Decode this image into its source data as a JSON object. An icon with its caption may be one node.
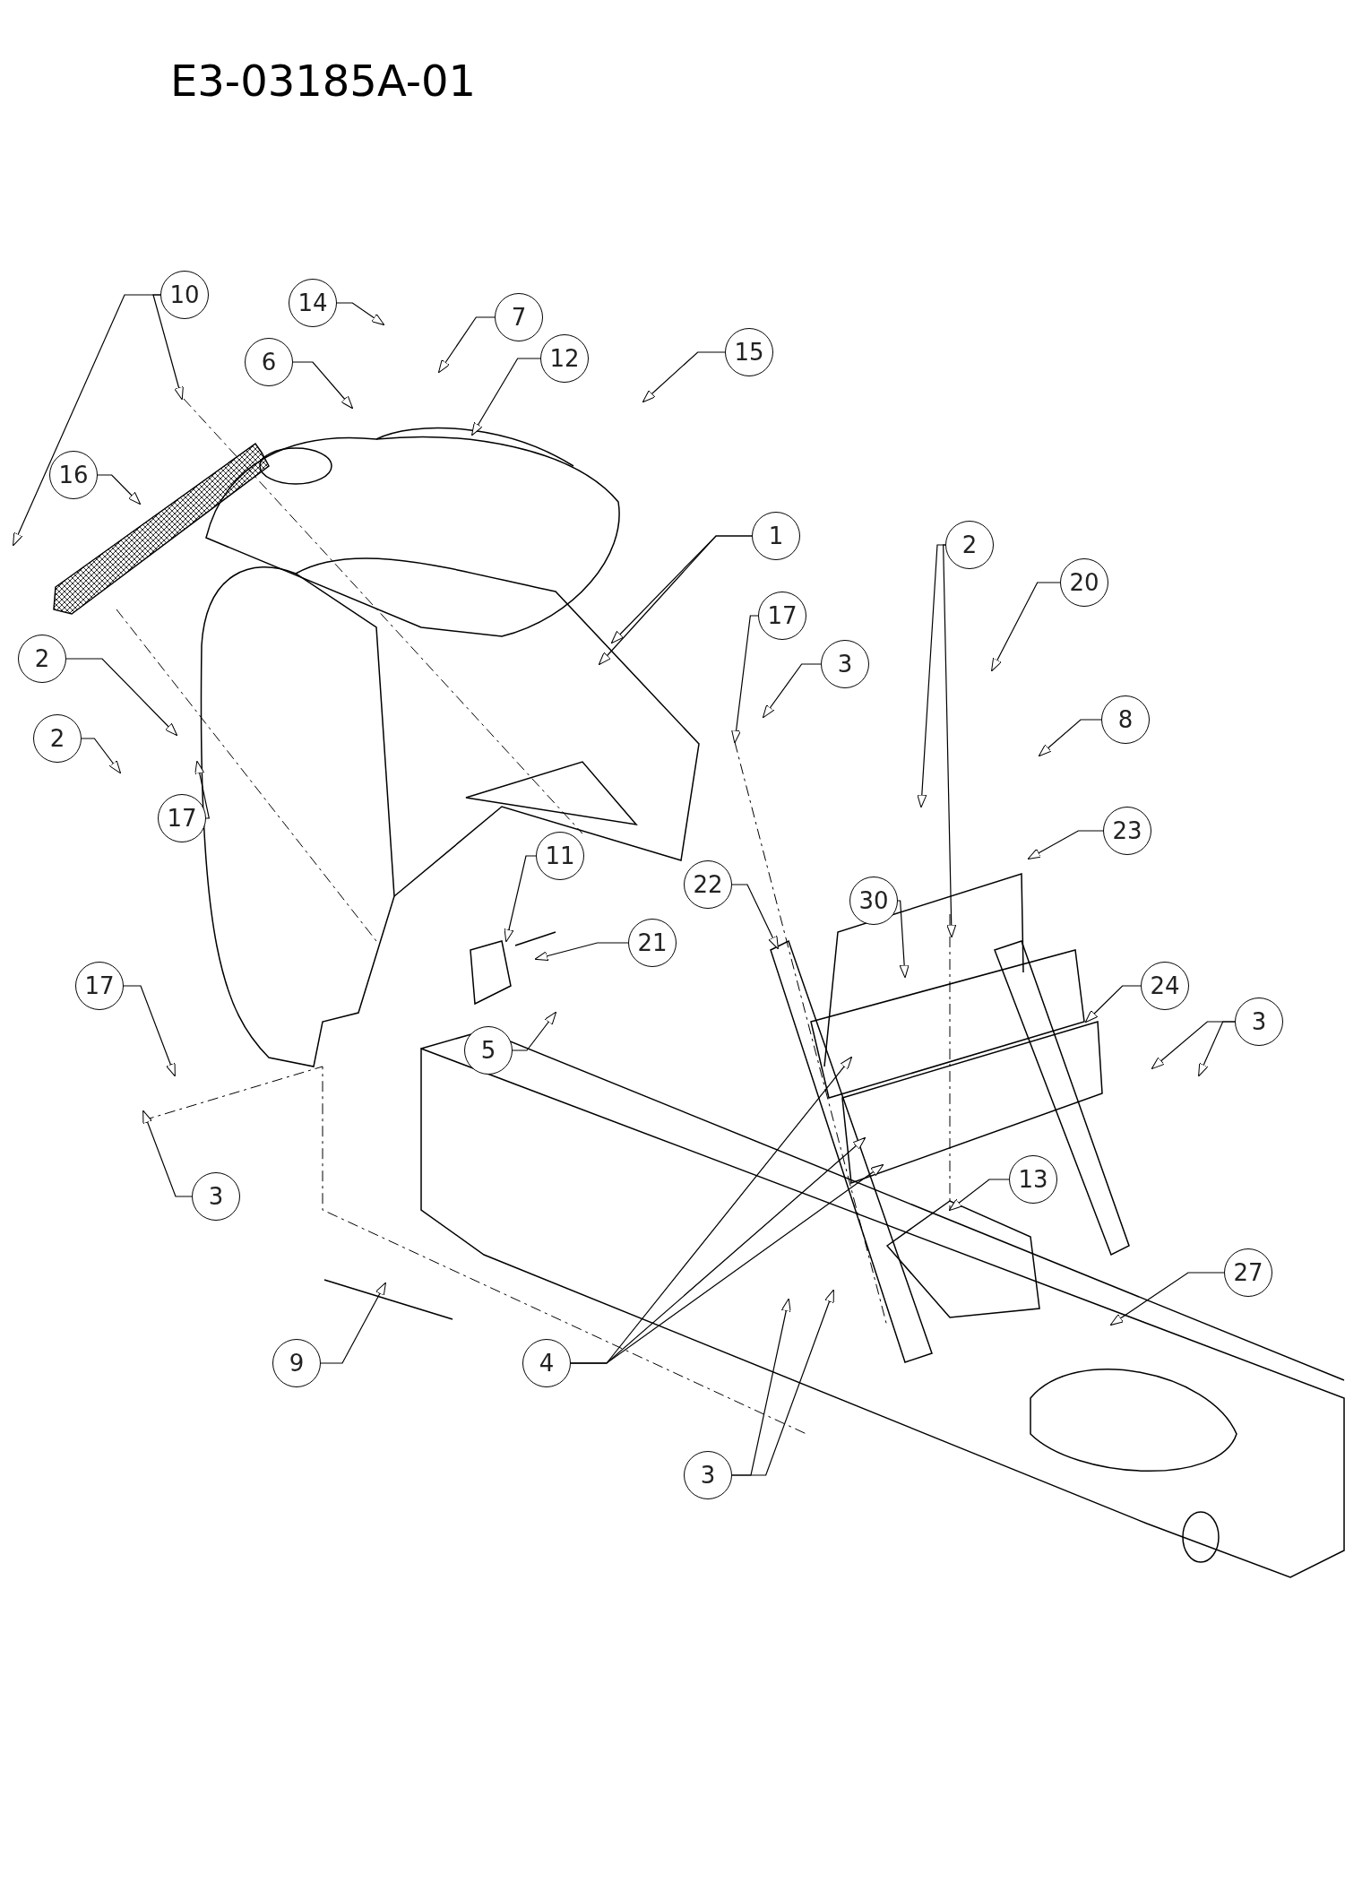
{
  "diagram": {
    "title": "E3-03185A-01",
    "nodes": [
      {
        "text": [
          "10"
        ]
      },
      {
        "text": [
          "14"
        ]
      },
      {
        "text": [
          "7"
        ]
      },
      {
        "text": [
          "6"
        ]
      },
      {
        "text": [
          "12"
        ]
      },
      {
        "text": [
          "15"
        ]
      },
      {
        "text": [
          "16"
        ]
      },
      {
        "text": [
          "1"
        ]
      },
      {
        "text": [
          "2"
        ]
      },
      {
        "text": [
          "20"
        ]
      },
      {
        "text": [
          "17"
        ]
      },
      {
        "text": [
          "3"
        ]
      },
      {
        "text": [
          "2"
        ]
      },
      {
        "text": [
          "8"
        ]
      },
      {
        "text": [
          "2"
        ]
      },
      {
        "text": [
          "17"
        ]
      },
      {
        "text": [
          "23"
        ]
      },
      {
        "text": [
          "11"
        ]
      },
      {
        "text": [
          "22"
        ]
      },
      {
        "text": [
          "30"
        ]
      },
      {
        "text": [
          "21"
        ]
      },
      {
        "text": [
          "24"
        ]
      },
      {
        "text": [
          "17"
        ]
      },
      {
        "text": [
          "5"
        ]
      },
      {
        "text": [
          "3"
        ]
      },
      {
        "text": [
          "13"
        ]
      },
      {
        "text": [
          "3"
        ]
      },
      {
        "text": [
          "27"
        ]
      },
      {
        "text": [
          "9"
        ]
      },
      {
        "text": [
          "4"
        ]
      },
      {
        "text": [
          "3"
        ]
      }
    ],
    "edges": [
      {
        "from": 0,
        "to": null,
        "arrow": "to"
      },
      {
        "from": 0,
        "to": null,
        "arrow": "to"
      },
      {
        "from": 1,
        "to": null,
        "arrow": "to"
      },
      {
        "from": 2,
        "to": null,
        "arrow": "to"
      },
      {
        "from": 3,
        "to": null,
        "arrow": "to"
      },
      {
        "from": 4,
        "to": null,
        "arrow": "to"
      },
      {
        "from": 5,
        "to": null,
        "arrow": "to"
      },
      {
        "from": 6,
        "to": null,
        "arrow": "to"
      },
      {
        "from": 7,
        "to": null,
        "arrow": "to"
      },
      {
        "from": 7,
        "to": null,
        "arrow": "to"
      },
      {
        "from": 8,
        "to": null,
        "arrow": "to"
      },
      {
        "from": 8,
        "to": null,
        "arrow": "to"
      },
      {
        "from": 9,
        "to": null,
        "arrow": "to"
      },
      {
        "from": 10,
        "to": null,
        "arrow": "to"
      },
      {
        "from": 11,
        "to": null,
        "arrow": "to"
      },
      {
        "from": 12,
        "to": null,
        "arrow": "to"
      },
      {
        "from": 13,
        "to": null,
        "arrow": "to"
      },
      {
        "from": 14,
        "to": null,
        "arrow": "to"
      },
      {
        "from": 15,
        "to": null,
        "arrow": "to"
      },
      {
        "from": 16,
        "to": null,
        "arrow": "to"
      },
      {
        "from": 17,
        "to": null,
        "arrow": "to"
      },
      {
        "from": 18,
        "to": null,
        "arrow": "to"
      },
      {
        "from": 19,
        "to": null,
        "arrow": "to"
      },
      {
        "from": 20,
        "to": null,
        "arrow": "to"
      },
      {
        "from": 21,
        "to": null,
        "arrow": "to"
      },
      {
        "from": 22,
        "to": null,
        "arrow": "to"
      },
      {
        "from": 23,
        "to": null,
        "arrow": "to"
      },
      {
        "from": 24,
        "to": null,
        "arrow": "to"
      },
      {
        "from": 24,
        "to": null,
        "arrow": "to"
      },
      {
        "from": 25,
        "to": null,
        "arrow": "to"
      },
      {
        "from": 26,
        "to": null,
        "arrow": "to"
      },
      {
        "from": 27,
        "to": null,
        "arrow": "to"
      },
      {
        "from": 28,
        "to": null,
        "arrow": "to"
      },
      {
        "from": 29,
        "to": null,
        "arrow": "to"
      },
      {
        "from": 29,
        "to": null,
        "arrow": "to"
      },
      {
        "from": 29,
        "to": null,
        "arrow": "to"
      },
      {
        "from": 30,
        "to": null,
        "arrow": "to"
      },
      {
        "from": 30,
        "to": null,
        "arrow": "to"
      }
    ]
  }
}
